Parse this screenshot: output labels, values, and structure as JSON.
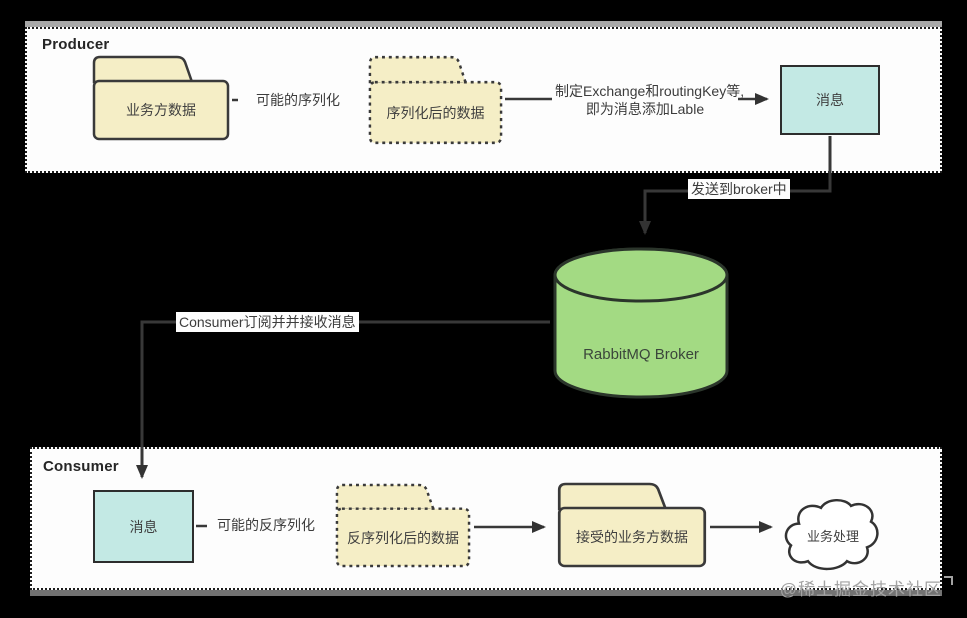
{
  "diagram": {
    "producer": {
      "title": "Producer",
      "nodes": {
        "source_data": {
          "label": "业务方数据",
          "shape": "folder-solid"
        },
        "serialized_data": {
          "label": "序列化后的数据",
          "shape": "folder-dashed"
        },
        "message": {
          "label": "消息",
          "shape": "rect"
        }
      },
      "edges": {
        "serialize": {
          "label": "可能的序列化"
        },
        "labeling": {
          "line1": "制定Exchange和routingKey等,",
          "line2": "即为消息添加Lable"
        }
      }
    },
    "broker": {
      "label": "RabbitMQ Broker",
      "shape": "cylinder"
    },
    "broker_edges": {
      "send": {
        "label": "发送到broker中"
      },
      "subscribe": {
        "label": "Consumer订阅并并接收消息"
      }
    },
    "consumer": {
      "title": "Consumer",
      "nodes": {
        "message": {
          "label": "消息",
          "shape": "rect"
        },
        "deserialized_data": {
          "label": "反序列化后的数据",
          "shape": "folder-dashed"
        },
        "received_data": {
          "label": "接受的业务方数据",
          "shape": "folder-solid"
        },
        "business_process": {
          "label": "业务处理",
          "shape": "cloud"
        }
      },
      "edges": {
        "deserialize": {
          "label": "可能的反序列化"
        }
      }
    },
    "watermark": {
      "text": "@稀土掘金技术社区"
    },
    "colors": {
      "background": "#000000",
      "group_fill": "#fdfdfd",
      "folder_fill": "#f5eec6",
      "message_fill": "#c3e9e4",
      "broker_fill": "#a3da83",
      "cloud_fill": "#ffffff",
      "line": "#383838",
      "text": "#3c3c3c"
    }
  }
}
